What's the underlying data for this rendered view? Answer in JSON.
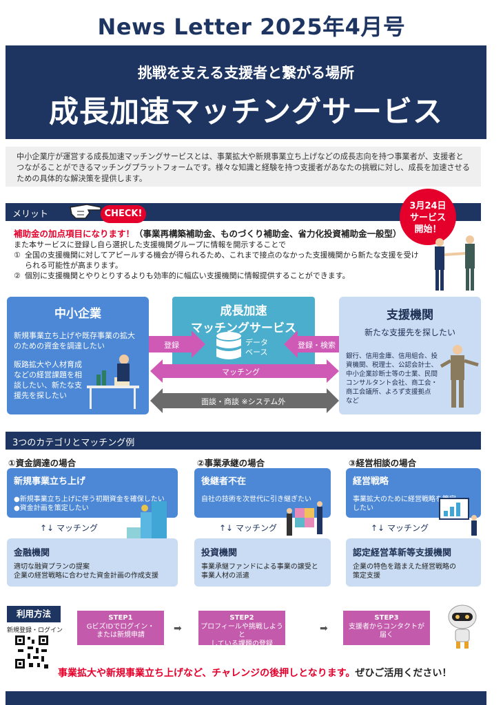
{
  "header": {
    "newsletter_title": "News Letter 2025年4月号"
  },
  "hero": {
    "subtitle": "挑戦を支える支援者と繋がる場所",
    "title": "成長加速マッチングサービス"
  },
  "intro": {
    "text": "中小企業庁が運営する成長加速マッチングサービスとは、事業拡大や新規事業立ち上げなどの成長志向を持つ事業者が、支援者とつながることができるマッチングプラットフォームです。様々な知識と経験を持つ支援者があなたの挑戦に対し、成長を加速させるための具体的な解決策を提供します。"
  },
  "merit": {
    "section_label": "メリット",
    "check_label": "CHECK!",
    "badge_lines": [
      "3月24日",
      "サービス",
      "開始！"
    ],
    "subsidy_red": "補助金の加点項目になります！",
    "subsidy_detail": "（事業再構築補助金、ものづくり補助金、省力化投資補助金一般型）",
    "lead": "また本サービスに登録し自ら選択した支援機関グループに情報を開示することで",
    "items": [
      {
        "num": "①",
        "text": "全国の支援機関に対してアピールする機会が得られるため、これまで接点のなかった支援機関から新たな支援を受けられる可能性が高まります。"
      },
      {
        "num": "②",
        "text": "個別に支援機関とやりとりするよりも効率的に幅広い支援機関に情報提供することができます。"
      }
    ]
  },
  "diagram": {
    "smb": {
      "title": "中小企業",
      "desc1": "新規事業立ち上げや既存事業の拡大のための資金を調達したい",
      "desc2": "販路拡大や人材育成などの経営課題を相談したい、新たな支援先を探したい"
    },
    "service": {
      "title_line1": "成長加速",
      "title_line2": "マッチングサービス",
      "db_label": "データベース"
    },
    "supporter": {
      "title": "支援機関",
      "subtitle": "新たな支援先を探したい",
      "desc": "銀行、信用金庫、信用組合、投資機関、税理士、公認会計士、中小企業診断士等の士業、民間コンサルタント会社、商工会・商工会議所、よろず支援拠点 など"
    },
    "arrows": {
      "register": "登録",
      "register_search": "登録・検索",
      "matching": "マッチング",
      "meeting": "面談・商談 ※システム外"
    }
  },
  "categories": {
    "section_label": "3つのカテゴリとマッチング例",
    "match_label": "マッチング",
    "items": [
      {
        "heading": "①資金調達の場合",
        "top_title": "新規事業立ち上げ",
        "top_desc": [
          "●新規事業立ち上げに伴う初期資金を確保したい",
          "●資金計画を策定したい"
        ],
        "bottom_title": "金融機関",
        "bottom_desc": [
          "適切な融資プランの提案",
          "企業の経営戦略に合わせた資金計画の作成支援"
        ]
      },
      {
        "heading": "②事業承継の場合",
        "top_title": "後継者不在",
        "top_desc": [
          "自社の技術を次世代に引き継ぎたい"
        ],
        "bottom_title": "投資機関",
        "bottom_desc": [
          "事業承継ファンドによる事業の譲受と",
          "事業人材の派遣"
        ]
      },
      {
        "heading": "③経営相談の場合",
        "top_title": "経営戦略",
        "top_desc": [
          "事業拡大のために経営戦略を策定",
          "したい"
        ],
        "bottom_title": "認定経営革新等支援機関",
        "bottom_desc": [
          "企業の特色を踏まえた経営戦略の",
          "策定支援"
        ]
      }
    ]
  },
  "usage": {
    "label": "利用方法",
    "qr_caption": "新規登録・ログイン",
    "steps": [
      {
        "step": "STEP1",
        "line1": "GビズIDでログイン・",
        "line2": "または新規申請"
      },
      {
        "step": "STEP2",
        "line1": "プロフィールや挑戦しようと",
        "line2": "している課題の登録"
      },
      {
        "step": "STEP3",
        "line1": "支援者からコンタクトが",
        "line2": "届く"
      }
    ]
  },
  "closing": {
    "red": "事業拡大や新規事業立ち上げなど、チャレンジの後押しとなります。",
    "black": "ぜひご活用ください！"
  },
  "colors": {
    "navy": "#1d3560",
    "blue": "#4d88d6",
    "light_blue": "#c9dcf3",
    "teal": "#4aaecc",
    "red": "#e4002b",
    "magenta": "#c45aac"
  }
}
